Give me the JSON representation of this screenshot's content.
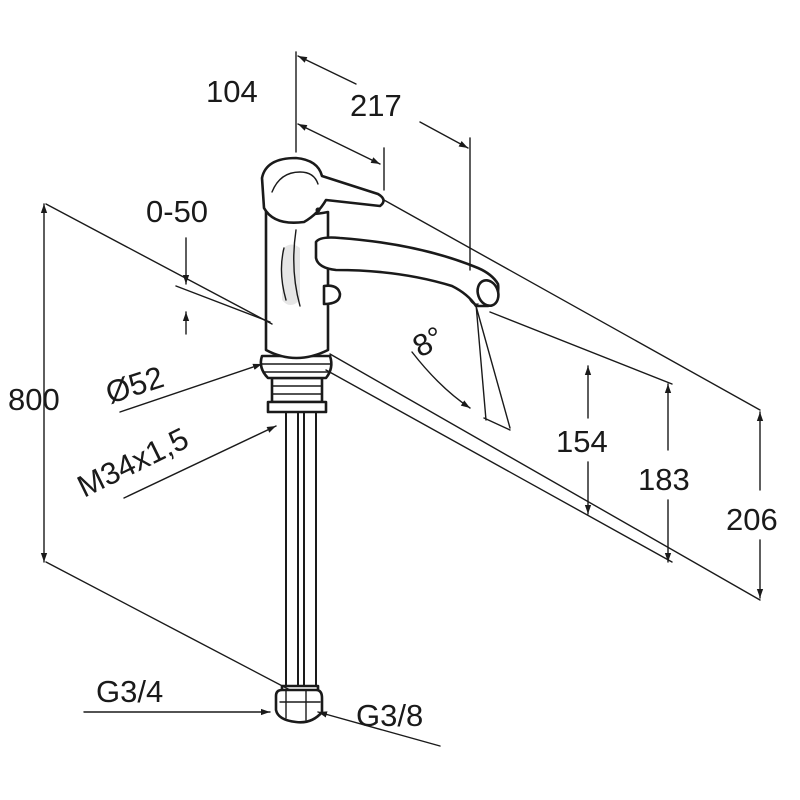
{
  "dimensions": {
    "d104": "104",
    "d217": "217",
    "d050": "0-50",
    "d800": "800",
    "d52": "Ø52",
    "dm34": "M34x1,5",
    "d8": "8°",
    "d154": "154",
    "d183": "183",
    "d206": "206",
    "dg34": "G3/4",
    "dg38": "G3/8"
  },
  "colors": {
    "line": "#1a1a1a",
    "background": "#ffffff"
  }
}
